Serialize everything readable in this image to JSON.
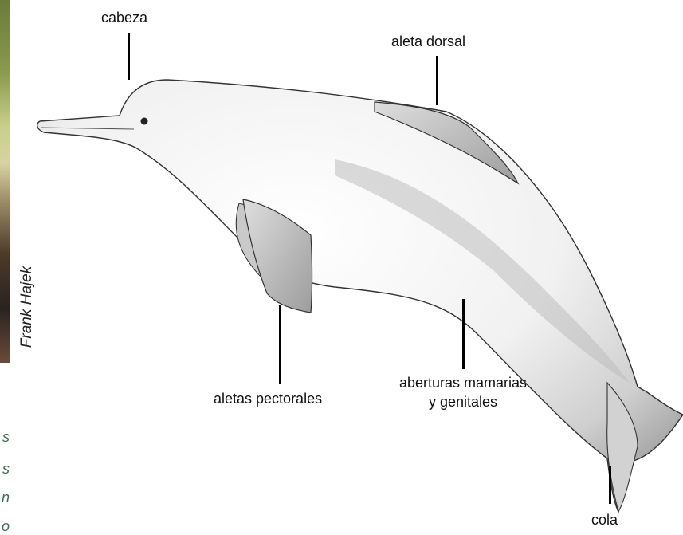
{
  "credit": "Frank Hajek",
  "edge_text_fragments": [
    "s",
    "s",
    "n",
    "o"
  ],
  "labels": {
    "head": "cabeza",
    "dorsal_fin": "aleta dorsal",
    "pectoral_fins": "aletas pectorales",
    "openings_line1": "aberturas mamarias",
    "openings_line2": "y genitales",
    "tail": "cola"
  }
}
